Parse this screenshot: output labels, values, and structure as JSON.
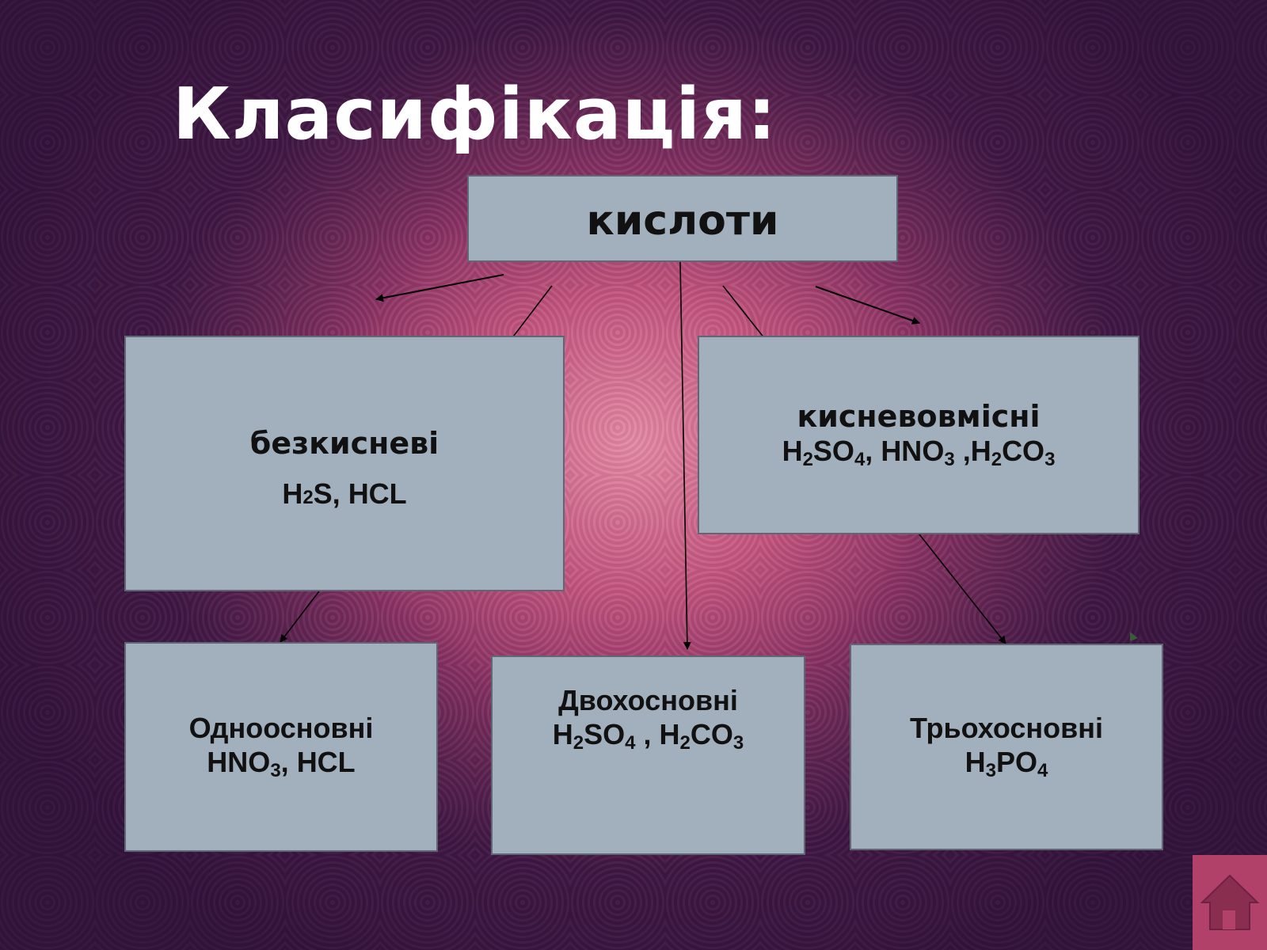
{
  "title": "Класифікація:",
  "root": {
    "label": "кислоти"
  },
  "categories": {
    "oxygen_free": {
      "label": "безкисневі",
      "formula_parts": [
        "H",
        "2",
        "S, HCL"
      ]
    },
    "oxygen_containing": {
      "label": "кисневовмісні"
    }
  },
  "basicity": {
    "mono": {
      "label": "Одноосновні"
    },
    "di": {
      "label": "Двохосновні"
    },
    "tri": {
      "label": "Трьохосновні"
    }
  },
  "formula_text": {
    "h": "H",
    "s": "S",
    "o": "O",
    "n": "N",
    "c": "C",
    "p": "P",
    "two": "2",
    "three": "3",
    "four": "4",
    "hn": "HN",
    "co": "CO",
    "so": "SO",
    "po": "PO",
    "comma": ", ",
    "comma_tight": ",",
    "space_comma": " , ",
    "space_comma_tight": " ,",
    "hcl": "HCL"
  },
  "colors": {
    "box_fill": "#a2b0bd",
    "box_border": "#5e6773",
    "title": "#ffffff",
    "home_button": "#b2416a"
  },
  "icons": {
    "home": "home-icon"
  }
}
